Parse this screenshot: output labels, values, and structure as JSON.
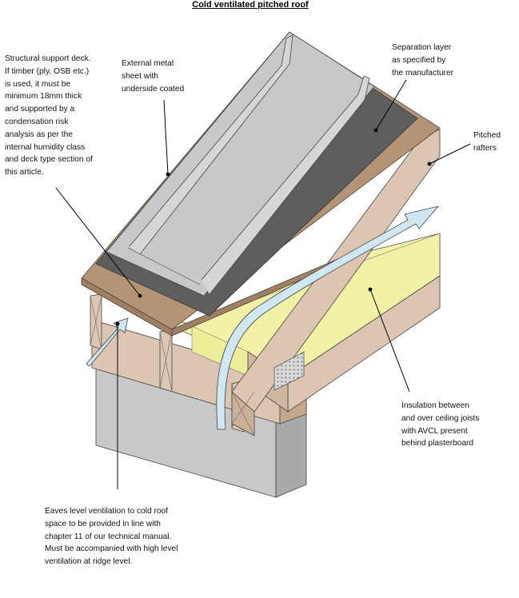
{
  "title": "Cold ventilated pitched roof",
  "labels": {
    "deck": "Structural support deck.\nIf timber (ply, OSB etc.)\nis used, it must be\nminimum 18mm thick\nand supported by a\ncondensation risk\nanalysis as per the\ninternal humidity class\nand deck type section of\nthis article.",
    "metal_sheet": "External metal\nsheet with\nunderside coated",
    "separation": "Separation layer\nas specified by\nthe manufacturer",
    "rafters": "Pitched\nrafters",
    "insulation": "Insulation between\nand over ceiling joists\nwith AVCL present\nbehind plasterboard",
    "eaves": "Eaves level ventilation to cold roof\nspace to be provided in line with\nchapter 11 of our technical manual.\nMust be accompanied with high level\nventilation at ridge level."
  },
  "colors": {
    "metal": "#c8c8c8",
    "membrane": "#5e5e5e",
    "deck": "#b59476",
    "rafter": "#dcc6b2",
    "insulation": "#f2f2a6",
    "wall": "#c4c4c4",
    "airflow": "#cfe6f3"
  }
}
